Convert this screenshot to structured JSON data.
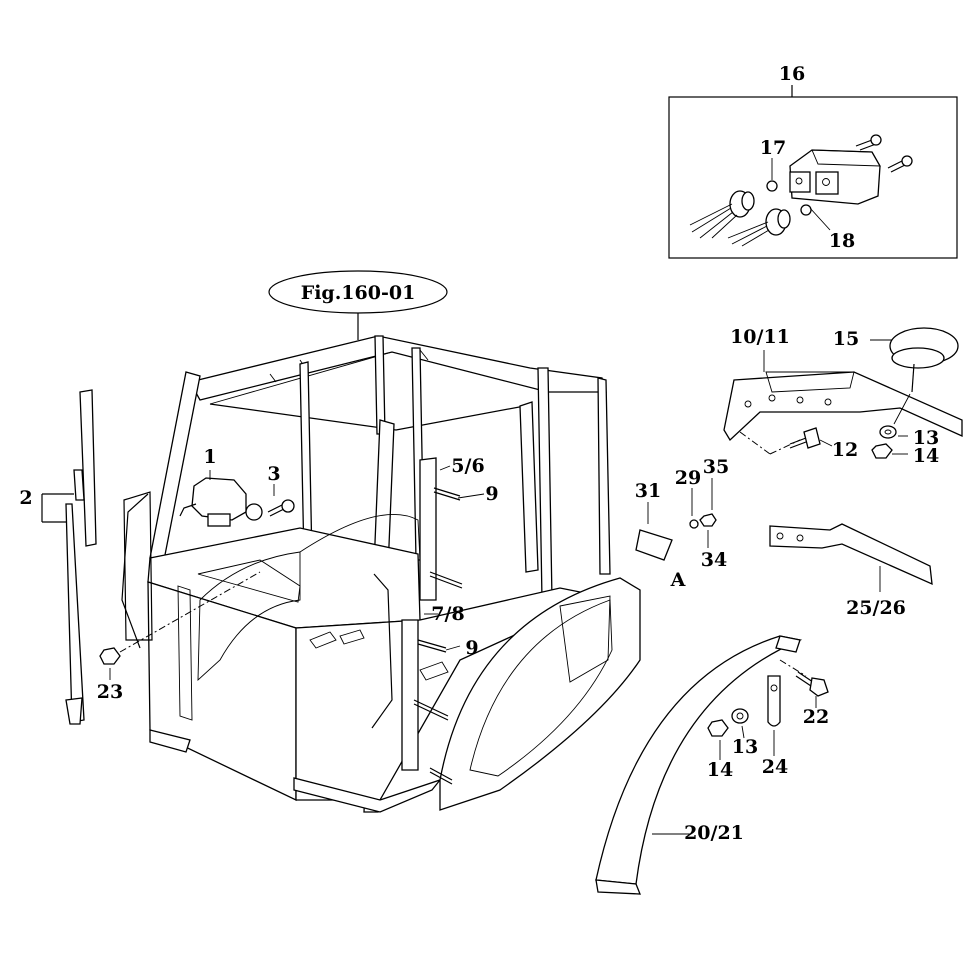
{
  "figure_ref": "Fig.160-01",
  "detail_view_letter": "A",
  "callouts": {
    "p1": "1",
    "p2": "2",
    "p3": "3",
    "p5_6": "5/6",
    "p7_8": "7/8",
    "p9a": "9",
    "p9b": "9",
    "p10_11": "10/11",
    "p12": "12",
    "p13a": "13",
    "p13b": "13",
    "p14a": "14",
    "p14b": "14",
    "p15": "15",
    "p16": "16",
    "p17": "17",
    "p18": "18",
    "p20_21": "20/21",
    "p22": "22",
    "p23": "23",
    "p24": "24",
    "p25_26": "25/26",
    "p29": "29",
    "p31": "31",
    "p34": "34",
    "p35": "35"
  }
}
